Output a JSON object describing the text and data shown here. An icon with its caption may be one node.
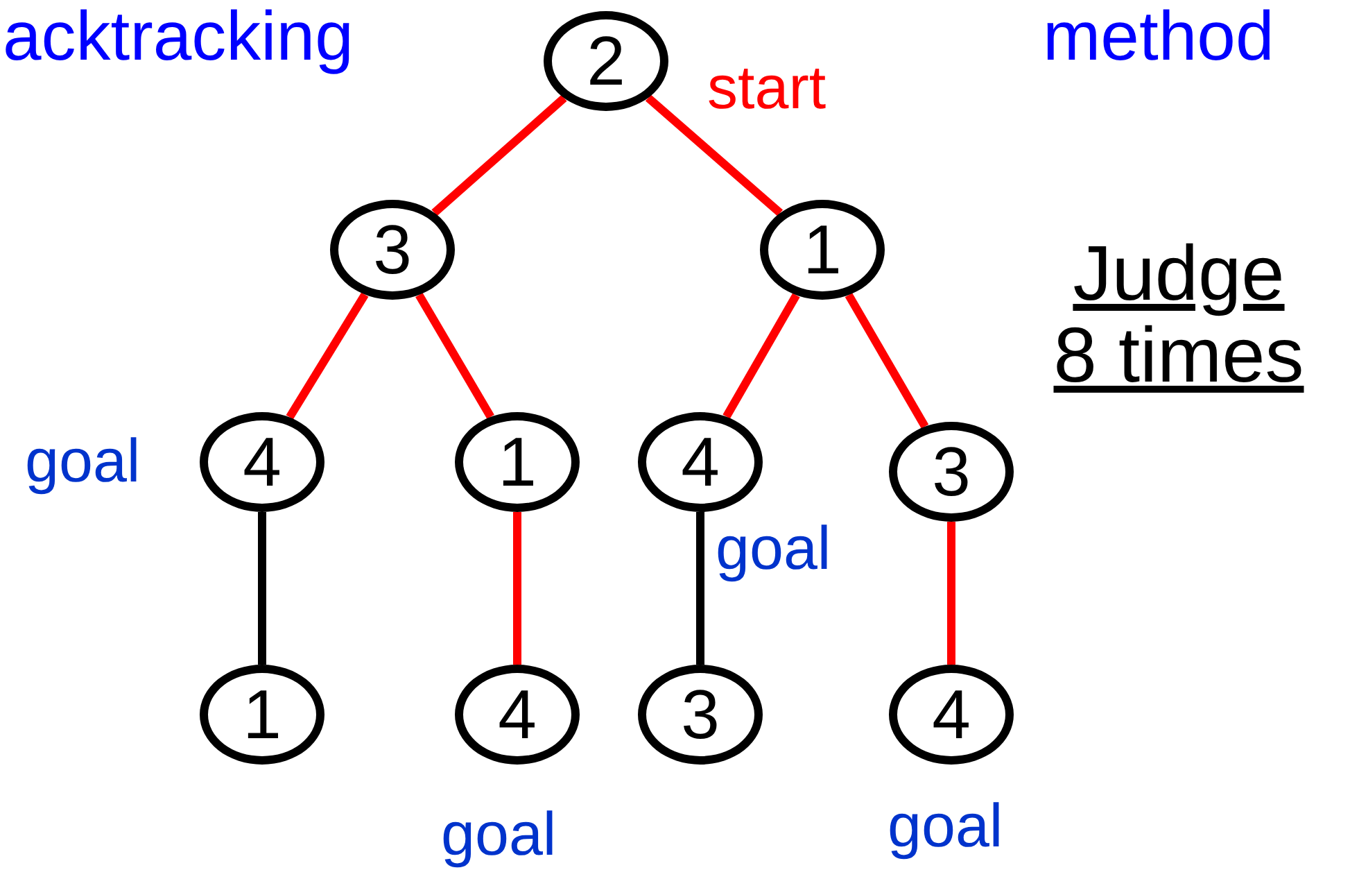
{
  "diagram": {
    "nodes": [
      {
        "text": [
          "2"
        ],
        "beside": [
          "start"
        ]
      },
      {
        "text": [
          "3"
        ]
      },
      {
        "text": [
          "1"
        ]
      },
      {
        "text": [
          "4"
        ],
        "beside": [
          "goal"
        ]
      },
      {
        "text": [
          "1"
        ]
      },
      {
        "text": [
          "4"
        ],
        "beside": [
          "goal"
        ]
      },
      {
        "text": [
          "3"
        ]
      },
      {
        "text": [
          "1"
        ]
      },
      {
        "text": [
          "4"
        ],
        "beside": [
          "goal"
        ]
      },
      {
        "text": [
          "3"
        ]
      },
      {
        "text": [
          "4"
        ],
        "beside": [
          "goal"
        ]
      }
    ],
    "edges": [
      {
        "from": 0,
        "to": 1,
        "arrow": "none"
      },
      {
        "from": 0,
        "to": 2,
        "arrow": "none"
      },
      {
        "from": 1,
        "to": 3,
        "arrow": "none"
      },
      {
        "from": 1,
        "to": 4,
        "arrow": "none"
      },
      {
        "from": 2,
        "to": 5,
        "arrow": "none"
      },
      {
        "from": 2,
        "to": 6,
        "arrow": "none"
      },
      {
        "from": 3,
        "to": 7,
        "arrow": "none",
        "color": "#000000"
      },
      {
        "from": 4,
        "to": 8,
        "arrow": "none"
      },
      {
        "from": 5,
        "to": 9,
        "arrow": "none",
        "color": "#000000"
      },
      {
        "from": 6,
        "to": 10,
        "arrow": "none"
      }
    ],
    "labels": [
      "acktracking",
      "method",
      "Judge 8 times"
    ]
  }
}
